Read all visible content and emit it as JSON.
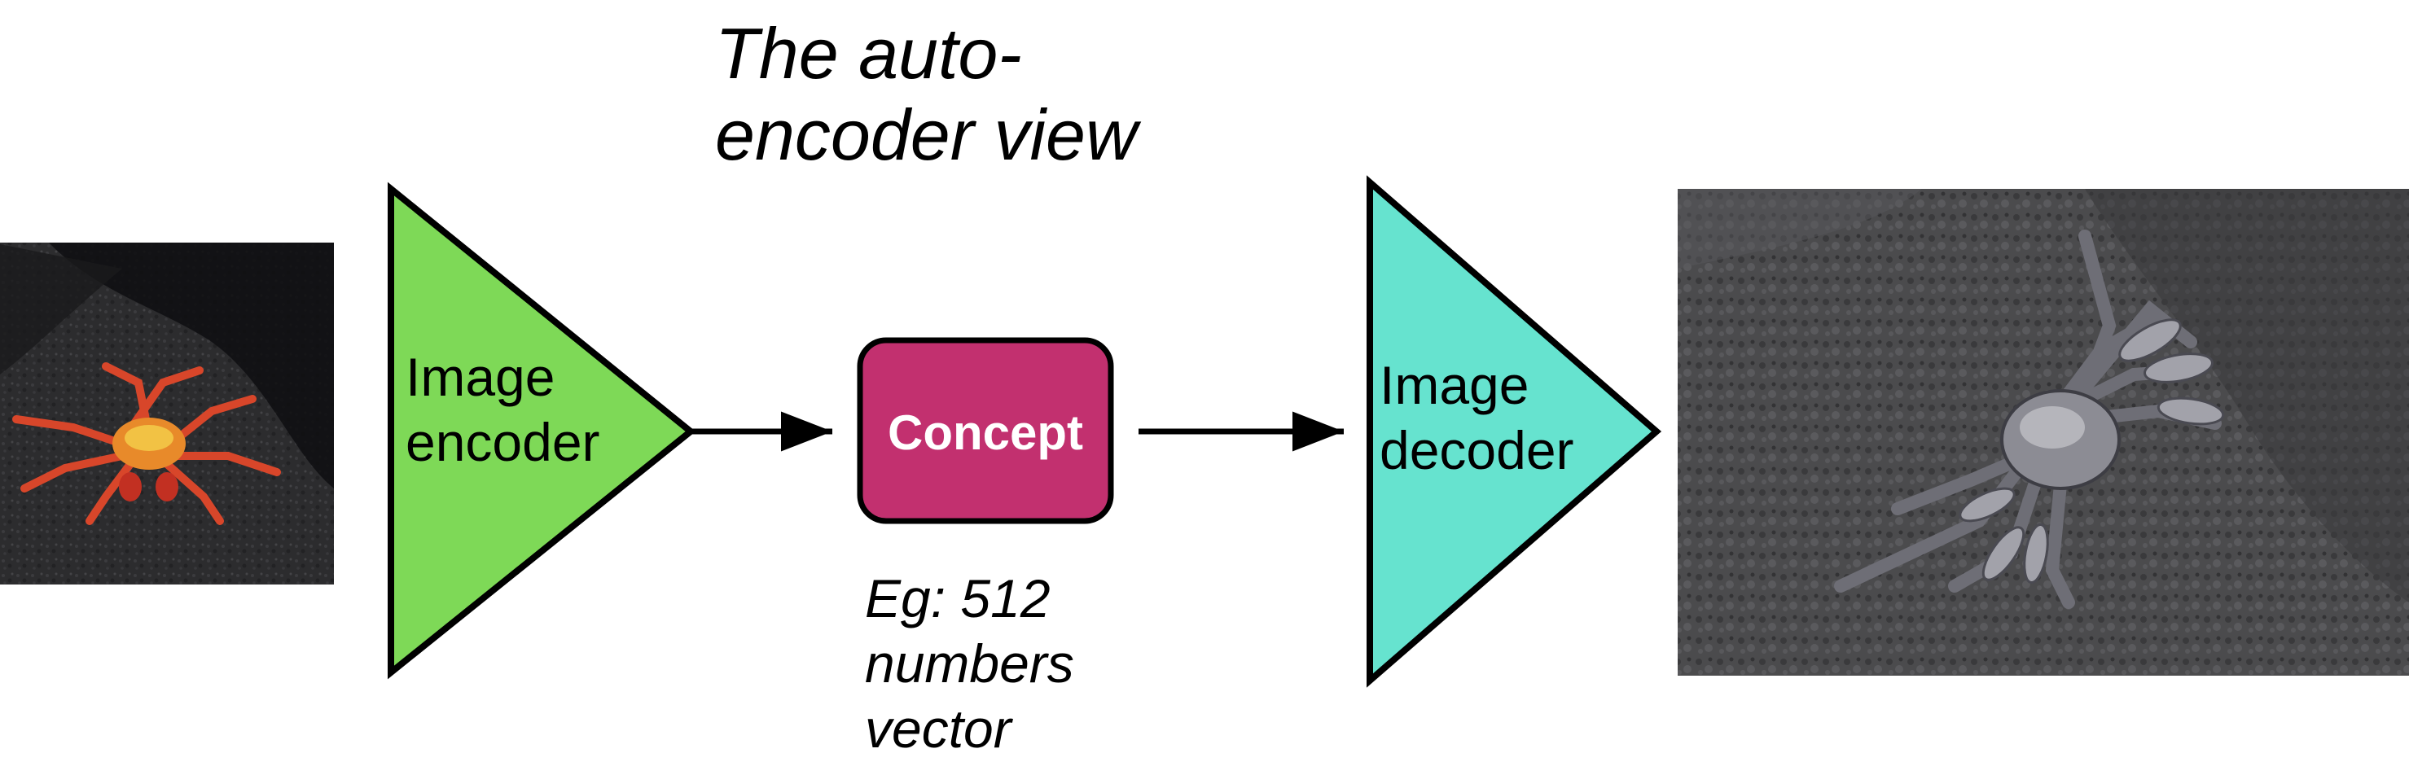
{
  "title_lines": [
    "The auto-",
    "encoder view"
  ],
  "encoder": {
    "label_lines": [
      "Image",
      "encoder"
    ],
    "color": "#7ed957"
  },
  "concept": {
    "label": "Concept",
    "color": "#c2306f",
    "note_lines": [
      "Eg: 512",
      "numbers",
      "vector"
    ]
  },
  "decoder": {
    "label_lines": [
      "Image",
      "decoder"
    ],
    "color": "#66e3cf"
  },
  "input_image": {
    "subject": "red-orange crab on dark lava rock",
    "colors": {
      "rock": "#2b2b2d",
      "crab": "#e0552a"
    }
  },
  "output_image": {
    "subject": "grey crab on grey textured rock",
    "colors": {
      "rock": "#4a4a4c",
      "crab": "#8c8c94"
    }
  }
}
